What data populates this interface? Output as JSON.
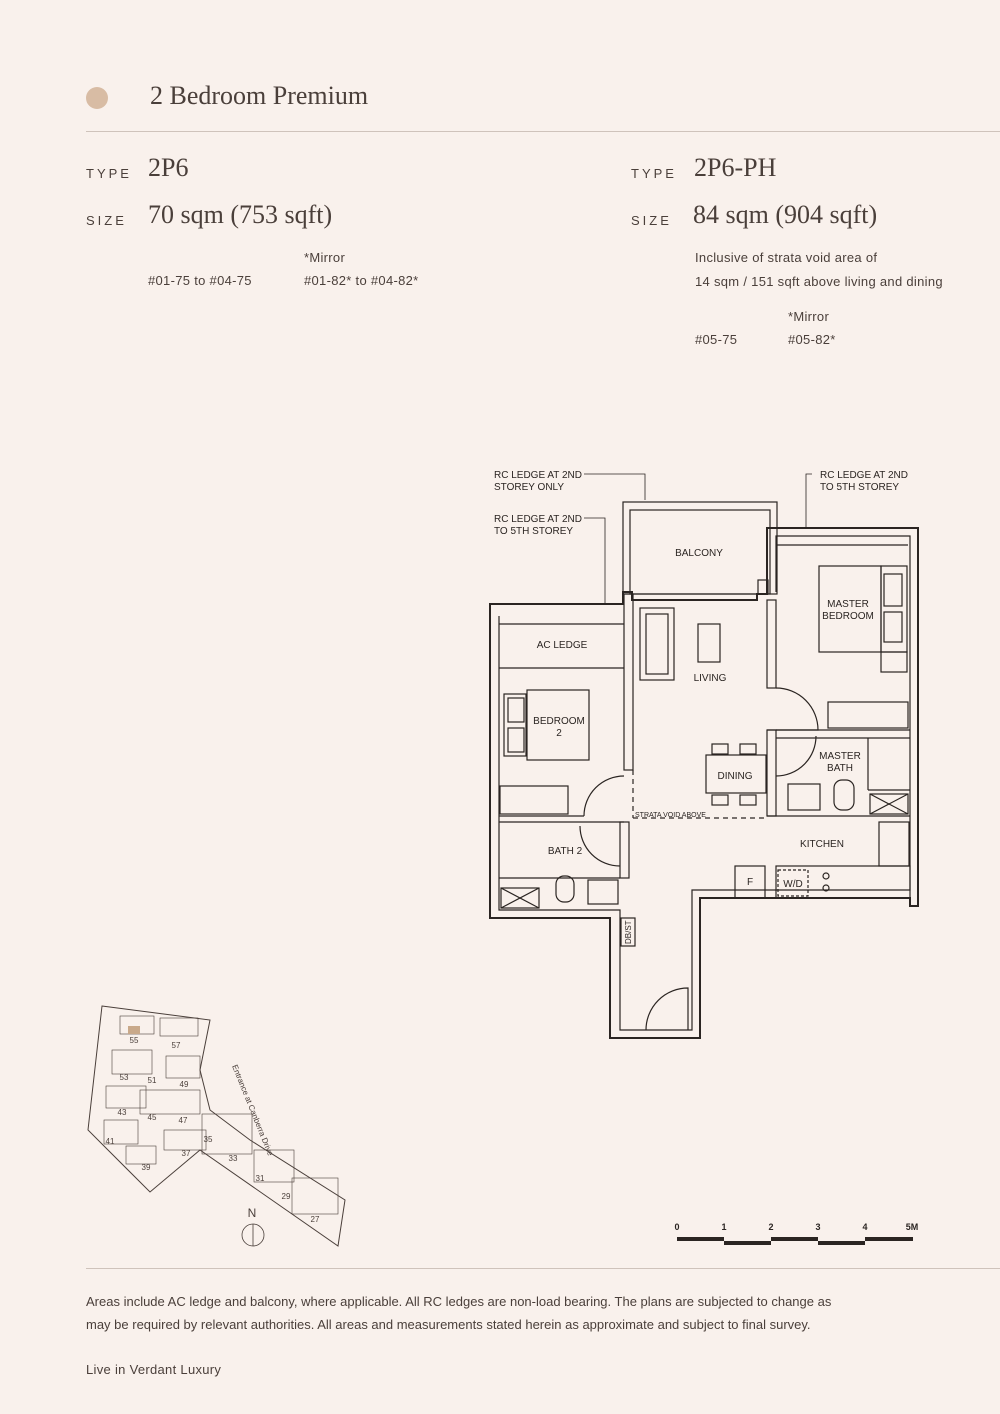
{
  "header": {
    "title": "2 Bedroom Premium"
  },
  "left": {
    "type_label": "TYPE",
    "type_value": "2P6",
    "size_label": "SIZE",
    "size_value": "70 sqm (753 sqft)",
    "mirror_label": "*Mirror",
    "units": "#01-75 to #04-75",
    "mirror_units": "#01-82* to #04-82*"
  },
  "right": {
    "type_label": "TYPE",
    "type_value": "2P6-PH",
    "size_label": "SIZE",
    "size_value": "84 sqm (904 sqft)",
    "note_line1": "Inclusive of strata void area of",
    "note_line2": "14 sqm / 151 sqft above living and dining",
    "mirror_label": "*Mirror",
    "units": "#05-75",
    "mirror_units": "#05-82*"
  },
  "plan": {
    "callout_balcony_ledge": [
      "RC LEDGE AT 2ND",
      "STOREY ONLY"
    ],
    "callout_left_ledge": [
      "RC LEDGE AT 2ND",
      "TO 5TH STOREY"
    ],
    "callout_right_ledge": [
      "RC LEDGE AT 2ND",
      "TO 5TH STOREY"
    ],
    "rooms": {
      "balcony": "BALCONY",
      "master_bedroom": [
        "MASTER",
        "BEDROOM"
      ],
      "ac_ledge": "AC LEDGE",
      "living": "LIVING",
      "bedroom2": [
        "BEDROOM",
        "2"
      ],
      "master_bath": [
        "MASTER",
        "BATH"
      ],
      "dining": "DINING",
      "strata_void": "STRATA VOID ABOVE",
      "kitchen": "KITCHEN",
      "bath2": "BATH 2",
      "fridge": "F",
      "wd": "W/D",
      "dbst": "DB/ST"
    }
  },
  "site_plan": {
    "north": "N",
    "entrance": "Entrance at Canberra Drive",
    "block_numbers": [
      "55",
      "57",
      "53",
      "51",
      "49",
      "43",
      "45",
      "47",
      "41",
      "39",
      "37",
      "35",
      "33",
      "31",
      "29",
      "27"
    ]
  },
  "scale_bar": {
    "ticks": [
      "0",
      "1",
      "2",
      "3",
      "4",
      "5M"
    ]
  },
  "footer": {
    "disclaimer_line1": "Areas include AC ledge and balcony, where applicable. All RC ledges are non-load bearing. The plans are subjected to change as",
    "disclaimer_line2": "may be required by relevant authorities. All areas and measurements stated herein as approximate and subject to final survey.",
    "tagline": "Live in Verdant Luxury"
  },
  "colors": {
    "background": "#f9f1ec",
    "accent_dot": "#d8bca4",
    "text": "#4a3f3a",
    "rule": "#cfc3bb",
    "highlight_unit": "#c9a98a"
  }
}
